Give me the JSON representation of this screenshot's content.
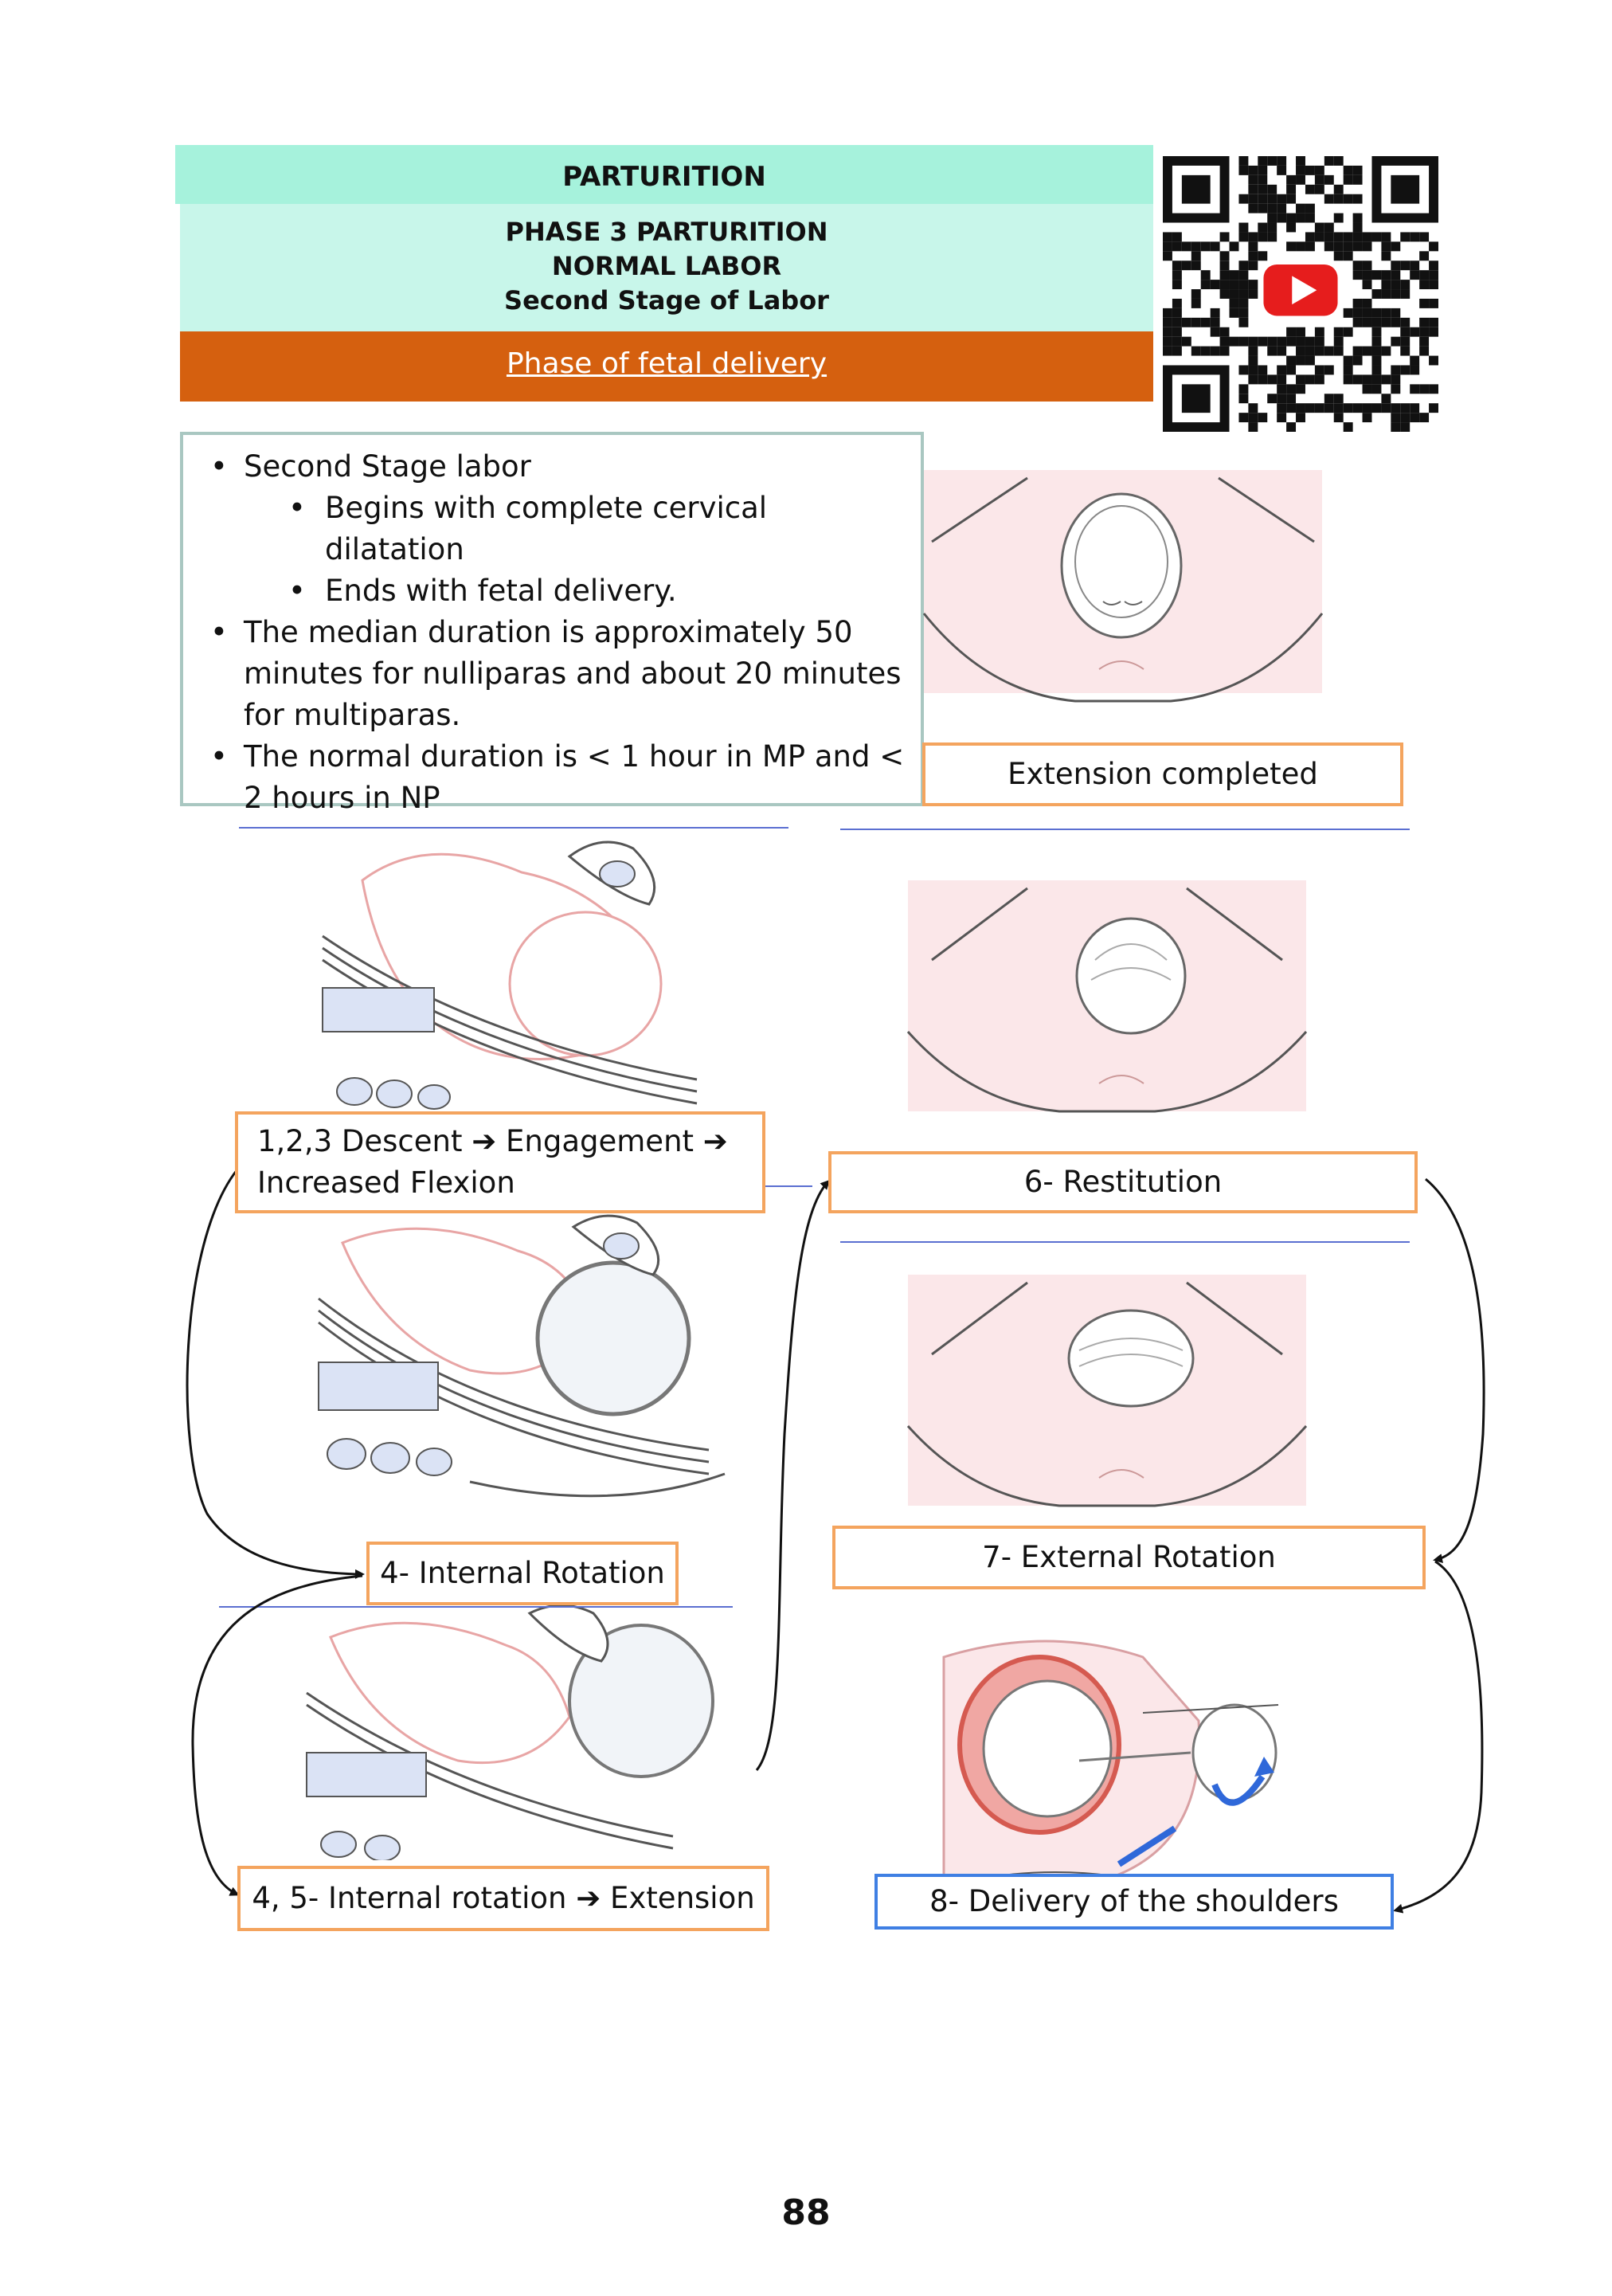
{
  "header": {
    "title": "PARTURITION",
    "subtitle_lines": [
      "PHASE 3 PARTURITION",
      "NORMAL LABOR",
      "Second Stage of Labor"
    ],
    "phase_link": "Phase of fetal delivery"
  },
  "info": {
    "bullet_1": "Second Stage labor",
    "bullet_1a": "Begins with complete cervical dilatation",
    "bullet_1b": "Ends with fetal delivery.",
    "bullet_2": "The median duration is approximately 50 minutes for nulliparas and about 20 minutes for multiparas.",
    "bullet_3": "The normal duration is < 1 hour in MP and < 2 hours in NP"
  },
  "labels": {
    "extension_completed": "Extension completed",
    "descent_line1": "1,2,3 Descent ➔ Engagement ➔",
    "descent_line2": "Increased Flexion",
    "restitution": "6- Restitution",
    "internal_rotation": "4- Internal Rotation",
    "external_rotation": "7- External Rotation",
    "internal_rotation_extension": "4, 5- Internal rotation ➔ Extension",
    "delivery_shoulders": "8- Delivery of the shoulders"
  },
  "page_number": "88",
  "colors": {
    "header_mint": "#a6f2dc",
    "header_mint_light": "#c8f6ea",
    "header_orange": "#d5600f",
    "label_border_orange": "#f4a45e",
    "label_border_blue": "#3f7fe3",
    "illustration_pink": "#fbe7e9"
  },
  "icons": {
    "qr": "qr-code-icon",
    "play": "youtube-play-icon"
  }
}
